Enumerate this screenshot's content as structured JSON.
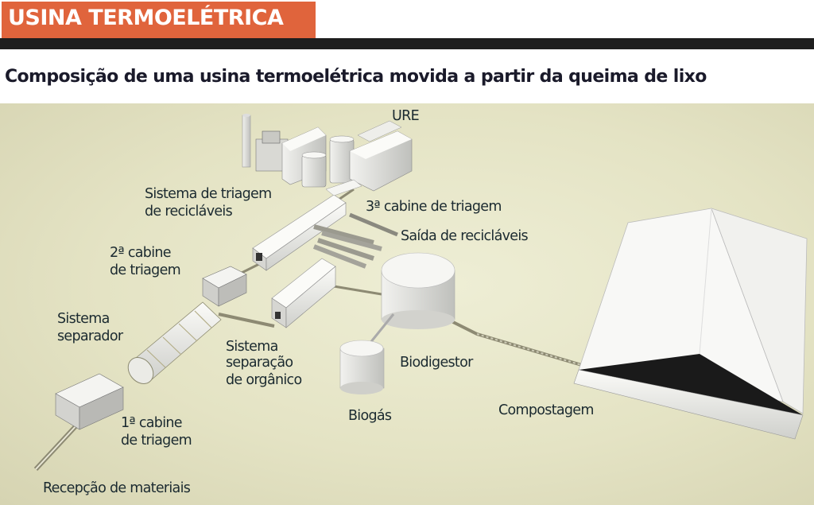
{
  "header": {
    "tag": "USINA TERMOELÉTRICA",
    "tag_color": "#e0643c",
    "bar_color": "#1e1e1e"
  },
  "subtitle": "Composição de uma usina termoelétrica movida a partir da queima de lixo",
  "diagram": {
    "background_color": "#e4e3c4",
    "labels": {
      "ure": "URE",
      "sistema_triagem_l1": "Sistema de triagem",
      "sistema_triagem_l2": "de recicláveis",
      "cabine3": "3ª cabine de triagem",
      "saida_reciclaveis": "Saída de recicláveis",
      "cabine2_l1": "2ª cabine",
      "cabine2_l2": "de triagem",
      "separador_l1": "Sistema",
      "separador_l2": "separador",
      "organico_l1": "Sistema",
      "organico_l2": "separação",
      "organico_l3": "de orgânico",
      "biodigestor": "Biodigestor",
      "biogas": "Biogás",
      "compostagem": "Compostagem",
      "cabine1_l1": "1ª cabine",
      "cabine1_l2": "de triagem",
      "recepcao": "Recepção de materiais"
    }
  }
}
